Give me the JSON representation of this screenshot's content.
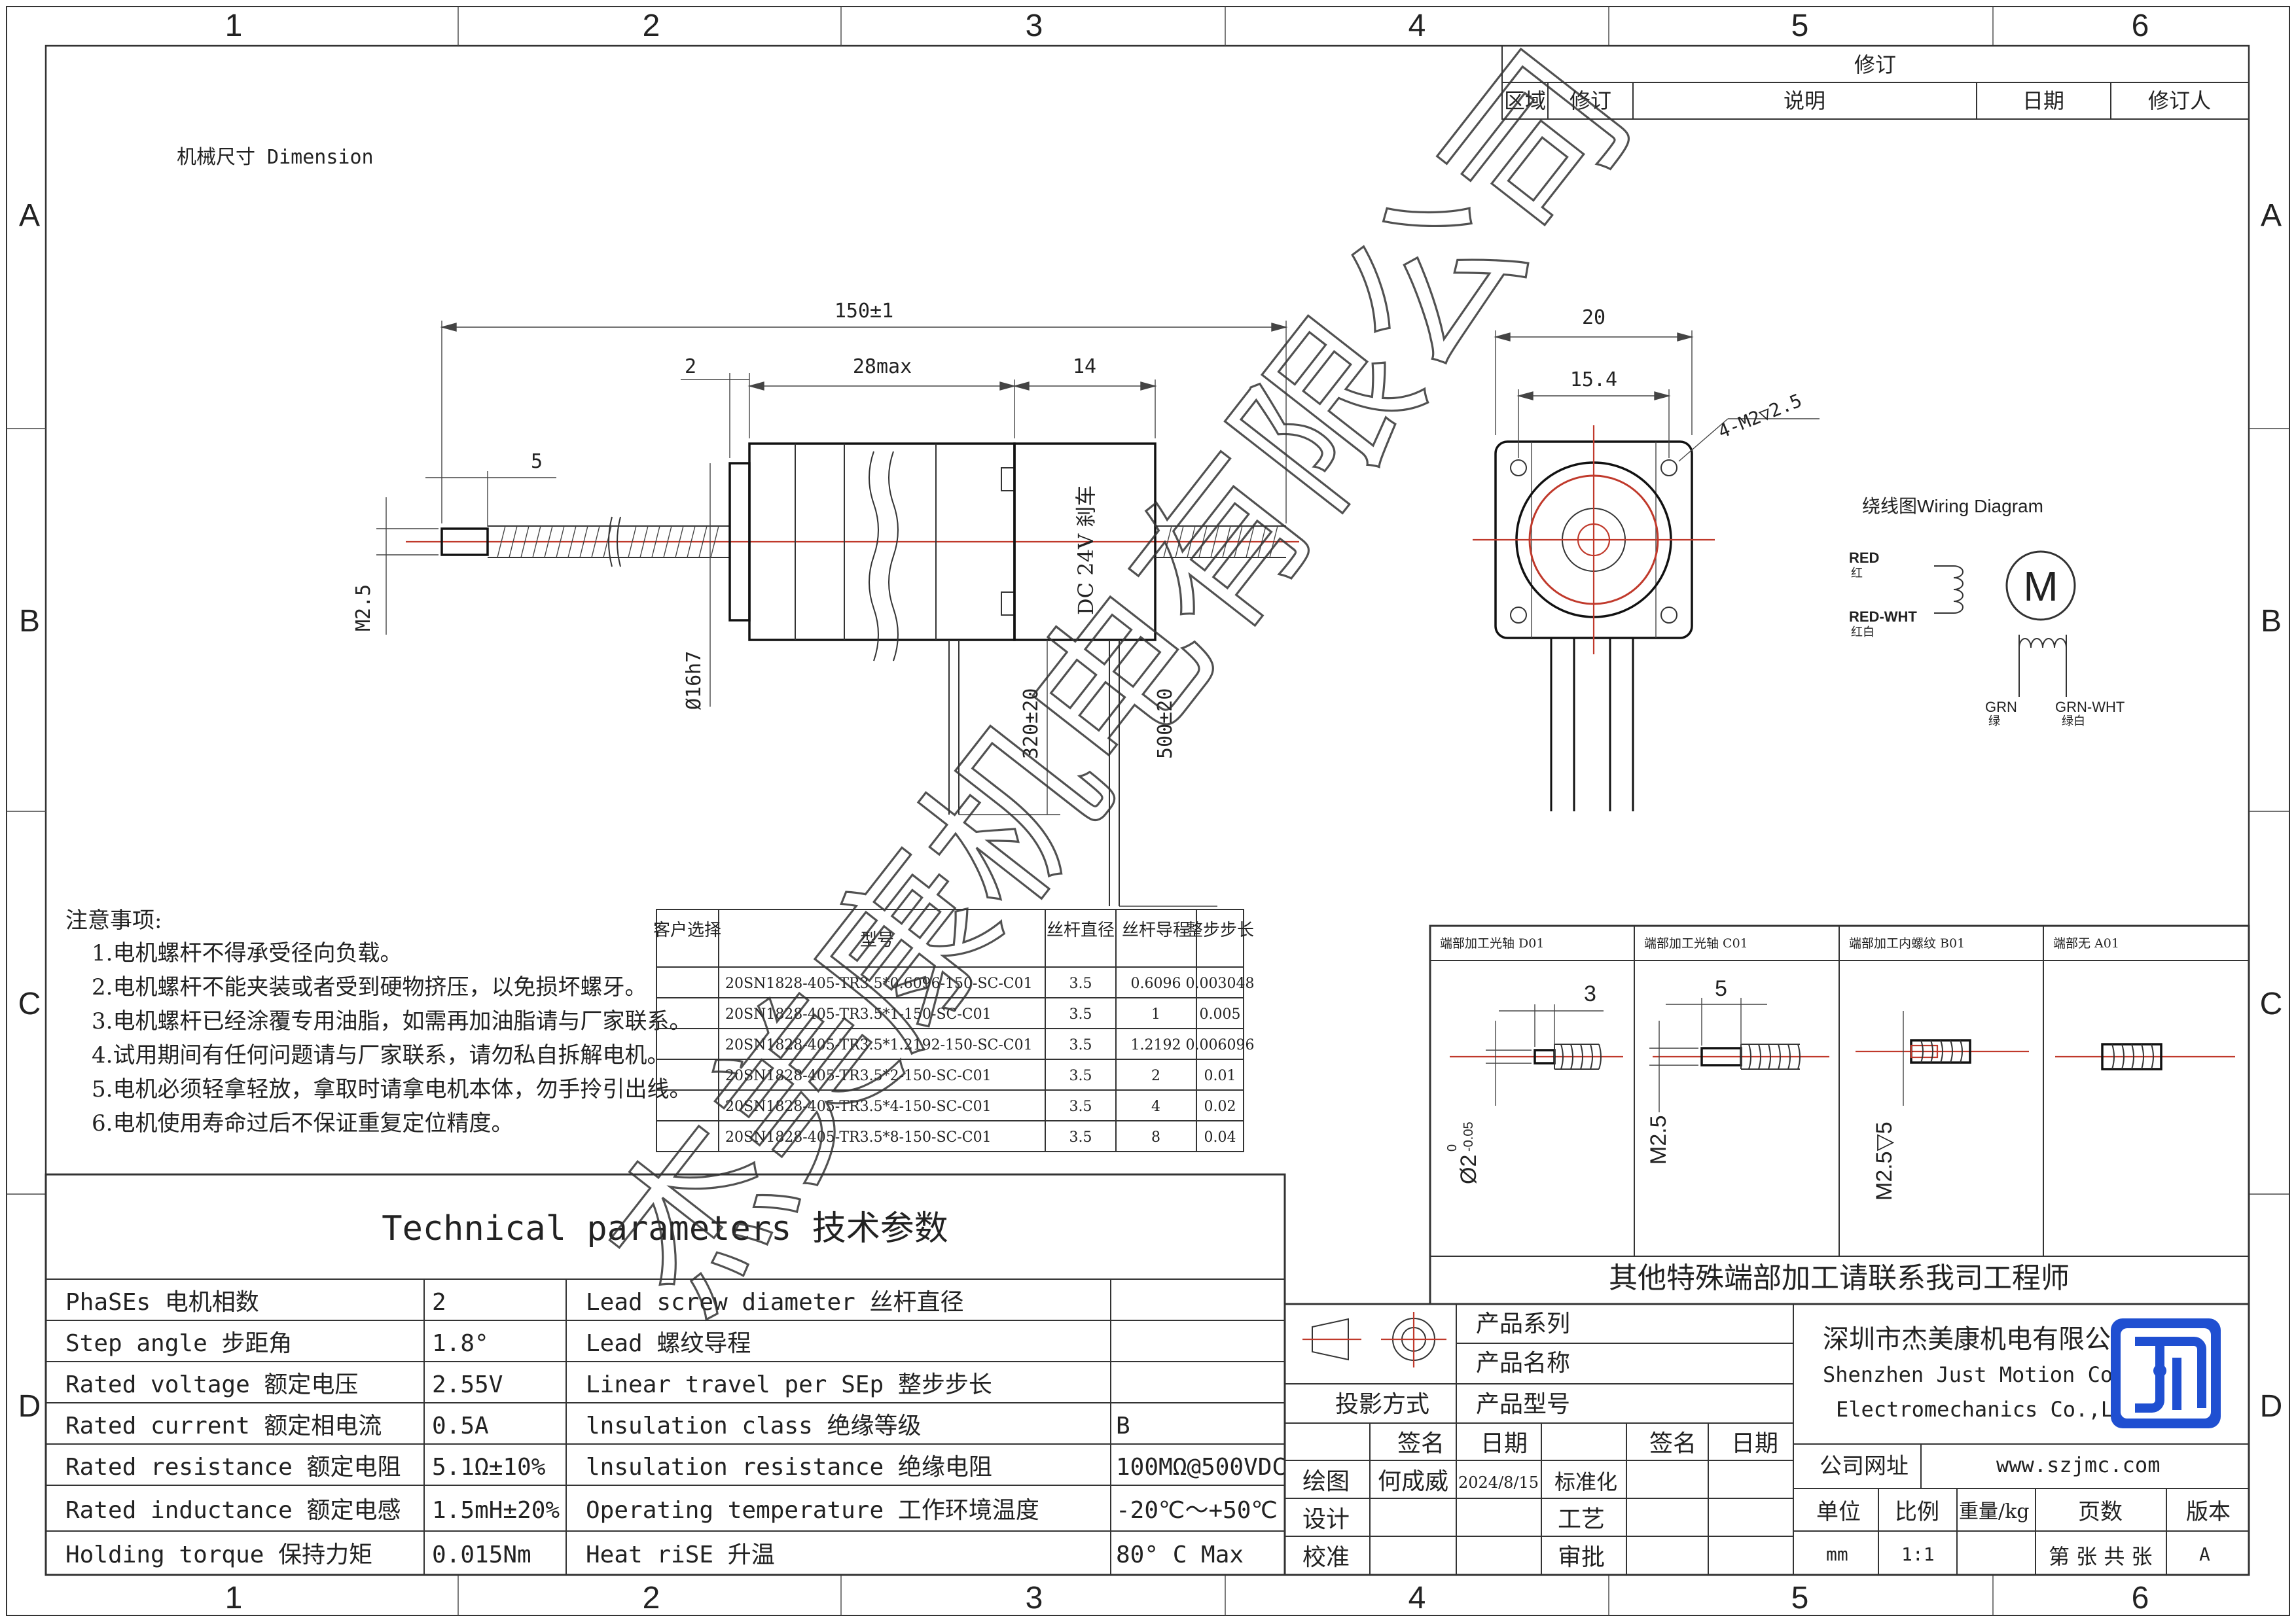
{
  "frame": {
    "col_labels": [
      "1",
      "2",
      "3",
      "4",
      "5",
      "6"
    ],
    "row_labels": [
      "A",
      "B",
      "C",
      "D"
    ]
  },
  "revision": {
    "title": "修订",
    "headers": [
      "区域",
      "修订",
      "说明",
      "日期",
      "修订人"
    ]
  },
  "section_title": "机械尺寸 Dimension",
  "side_view": {
    "dims": {
      "total": "150±1",
      "d2": "2",
      "body": "28max",
      "brake": "14",
      "d5": "5",
      "m25": "M2.5",
      "dia": "Ø16h7",
      "lead1": "320±20",
      "lead2": "500±20"
    },
    "brake_label": "DC 24V 刹车"
  },
  "front_view": {
    "dims": {
      "w20": "20",
      "w154": "15.4",
      "holes": "4-M2▽2.5"
    }
  },
  "wiring": {
    "title": "绕线图Wiring Diagram",
    "motor": "M",
    "wires": [
      {
        "en": "RED",
        "cn": "红"
      },
      {
        "en": "RED-WHT",
        "cn": "红白"
      },
      {
        "en": "GRN",
        "cn": "绿"
      },
      {
        "en": "GRN-WHT",
        "cn": "绿白"
      }
    ]
  },
  "notes": {
    "title": "注意事项:",
    "items": [
      "1.电机螺杆不得承受径向负载。",
      "2.电机螺杆不能夹装或者受到硬物挤压，以免损坏螺牙。",
      "3.电机螺杆已经涂覆专用油脂，如需再加油脂请与厂家联系。",
      "4.试用期间有任何问题请与厂家联系，请勿私自拆解电机。",
      "5.电机必须轻拿轻放，拿取时请拿电机本体，勿手拎引出线。",
      "6.电机使用寿命过后不保证重复定位精度。"
    ]
  },
  "model_table": {
    "headers": [
      "客户选择",
      "型号",
      "丝杆直径",
      "丝杆导程",
      "整步步长"
    ],
    "rows": [
      [
        "",
        "20SN1828-405-TR3.5*0.6096-150-SC-C01",
        "3.5",
        "0.6096",
        "0.003048"
      ],
      [
        "",
        "20SN1828-405-TR3.5*1-150-SC-C01",
        "3.5",
        "1",
        "0.005"
      ],
      [
        "",
        "20SN1828-405-TR3.5*1.2192-150-SC-C01",
        "3.5",
        "1.2192",
        "0.006096"
      ],
      [
        "",
        "20SN1828-405-TR3.5*2-150-SC-C01",
        "3.5",
        "2",
        "0.01"
      ],
      [
        "",
        "20SN1828-405-TR3.5*4-150-SC-C01",
        "3.5",
        "4",
        "0.02"
      ],
      [
        "",
        "20SN1828-405-TR3.5*8-150-SC-C01",
        "3.5",
        "8",
        "0.04"
      ]
    ]
  },
  "end_table": {
    "headers": [
      "端部加工光轴 D01",
      "端部加工光轴 C01",
      "端部加工内螺纹 B01",
      "端部无 A01"
    ],
    "dims": {
      "d01": "3",
      "d01_dia": "Ø2",
      "d01_tol_up": "0",
      "d01_tol_low": "-0.05",
      "c01": "5",
      "c01_dia": "M2.5",
      "b01": "M2.5▽5"
    },
    "footer": "其他特殊端部加工请联系我司工程师"
  },
  "tech_params": {
    "title": "Technical parameters 技术参数",
    "rows": [
      [
        "PhaSEs  电机相数",
        "2",
        "Lead screw diameter 丝杆直径",
        ""
      ],
      [
        "Step angle 步距角",
        "1.8°",
        "Lead 螺纹导程",
        ""
      ],
      [
        "Rated voltage 额定电压",
        "2.55V",
        "Linear travel per SEp 整步步长",
        ""
      ],
      [
        "Rated current 额定相电流",
        "0.5A",
        "lnsulation class 绝缘等级",
        "B"
      ],
      [
        "Rated resistance 额定电阻",
        "5.1Ω±10%",
        "lnsulation resistance 绝缘电阻",
        "100MΩ@500VDC"
      ],
      [
        "Rated inductance 额定电感",
        "1.5mH±20%",
        "Operating temperature 工作环境温度",
        "-20℃～+50℃"
      ],
      [
        "Holding torque 保持力矩",
        "0.015Nm",
        "Heat riSE 升温",
        "80° C Max"
      ]
    ]
  },
  "title_block": {
    "projection": "投影方式",
    "product_series": "产品系列",
    "product_name": "产品名称",
    "product_model": "产品型号",
    "sign": "签名",
    "date": "日期",
    "sign2": "签名",
    "date2": "日期",
    "draw": "绘图",
    "drawer": "何成威",
    "draw_date": "2024/8/15",
    "standard": "标准化",
    "design": "设计",
    "process": "工艺",
    "check": "校准",
    "approve": "审批",
    "company_cn": "深圳市杰美康机电有限公司",
    "company_en1": "Shenzhen Just Motion Control",
    "company_en2": "Electromechanics Co.,LTD",
    "website_label": "公司网址",
    "website": "www.szjmc.com",
    "unit_label": "单位",
    "scale_label": "比例",
    "weight_label": "重量/kg",
    "pages_label": "页数",
    "version_label": "版本",
    "unit": "mm",
    "scale": "1:1",
    "weight": "",
    "pages": "第 张 共 张",
    "version": "A"
  },
  "watermark": "杰美康机电有限公司"
}
